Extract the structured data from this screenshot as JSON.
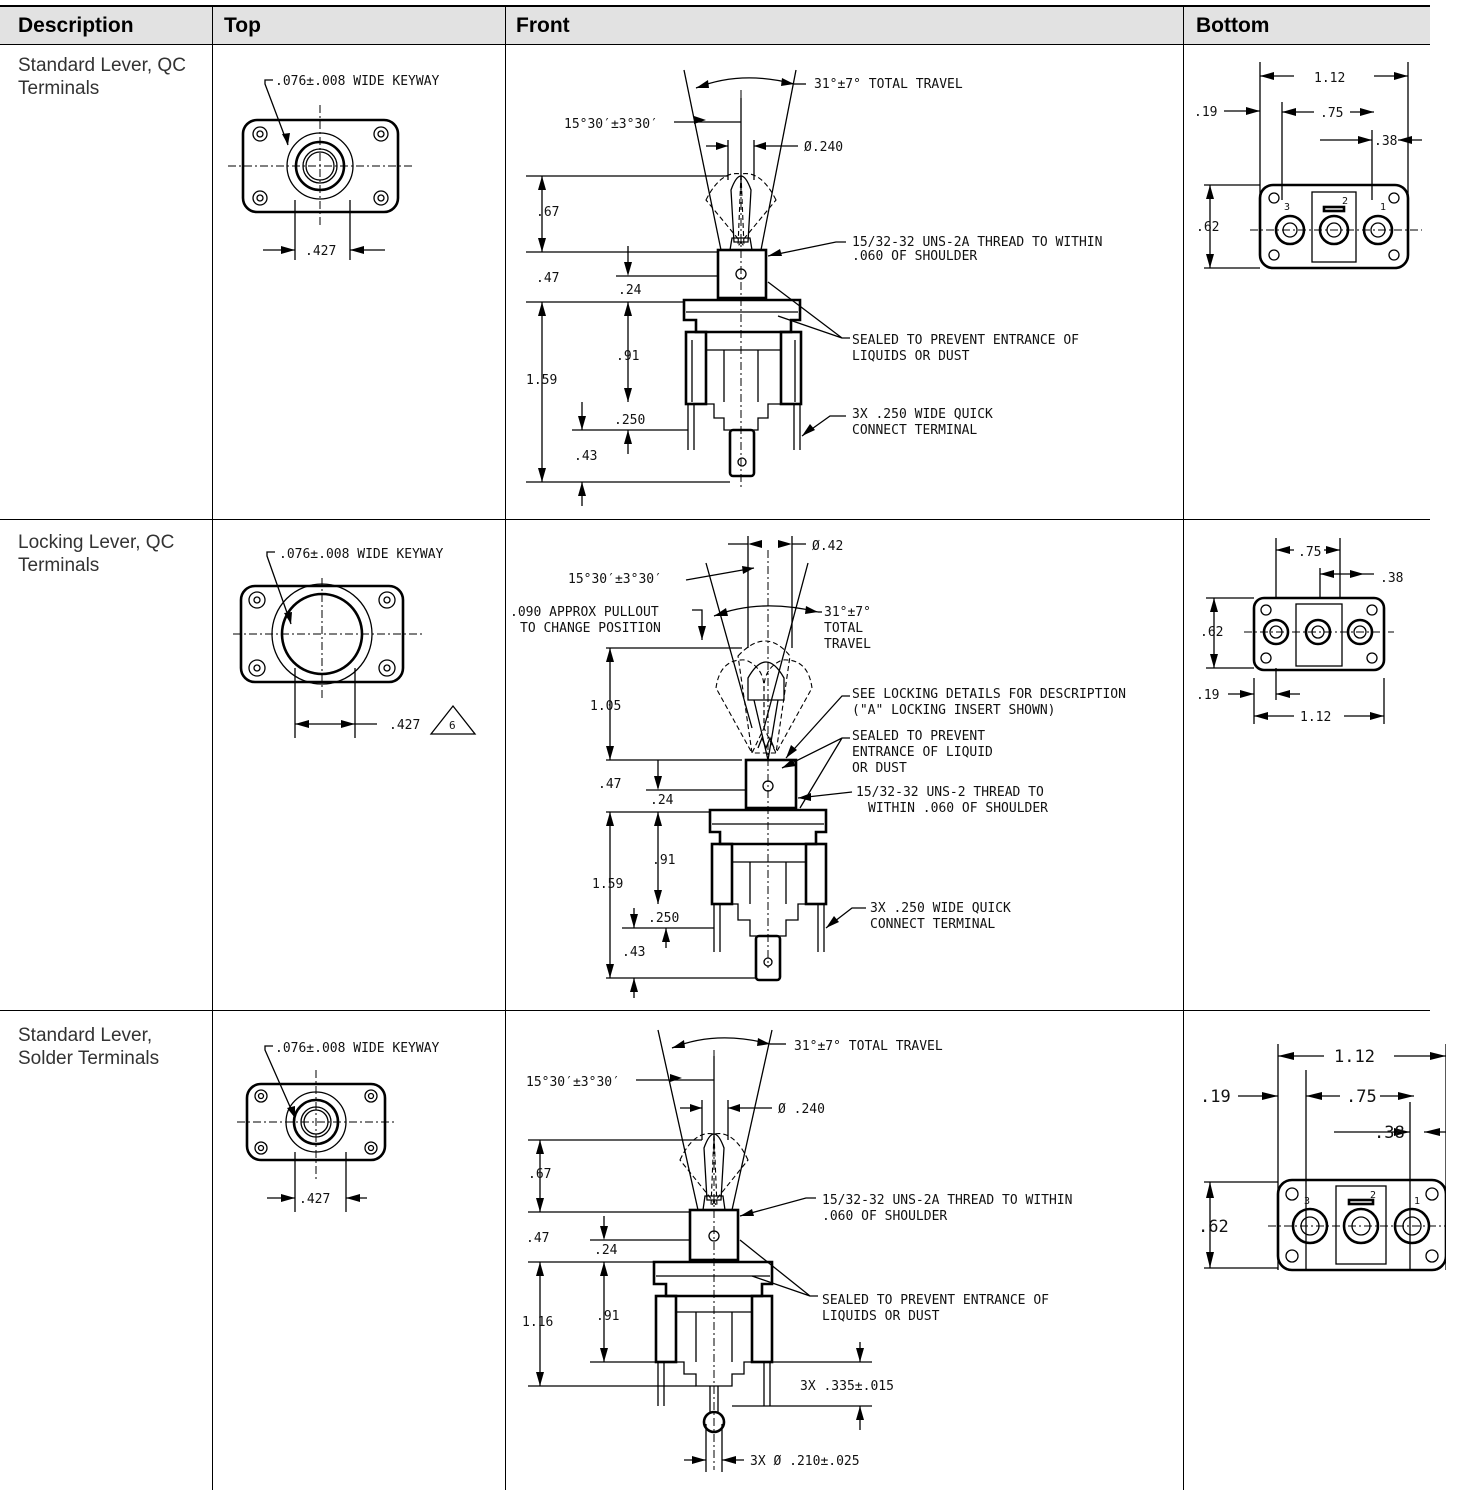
{
  "table": {
    "headers": {
      "description": "Description",
      "top": "Top",
      "front": "Front",
      "bottom": "Bottom"
    },
    "rows": [
      {
        "description": "Standard Lever, QC Terminals",
        "top": {
          "keyway": ".076±.008 WIDE KEYWAY",
          "width": ".427"
        },
        "front": {
          "travel": "31°±7° TOTAL TRAVEL",
          "angle": "15°30′±3°30′",
          "diameter": "Ø.240",
          "thread_1": "15/32-32 UNS-2A THREAD TO WITHIN",
          "thread_2": ".060 OF SHOULDER",
          "sealed_1": "SEALED TO PREVENT ENTRANCE OF",
          "sealed_2": "LIQUIDS OR DUST",
          "terminal_1": "3X .250 WIDE QUICK",
          "terminal_2": "CONNECT TERMINAL",
          "dims": {
            "d67": ".67",
            "d47": ".47",
            "d24": ".24",
            "d91": ".91",
            "d159": "1.59",
            "d250": ".250",
            "d43": ".43"
          }
        },
        "bottom": {
          "d112": "1.12",
          "d75": ".75",
          "d38": ".38",
          "d19": ".19",
          "d62": ".62",
          "pin_labels": [
            "3",
            "2",
            "1"
          ]
        }
      },
      {
        "description": "Locking Lever, QC Terminals",
        "top": {
          "keyway": ".076±.008 WIDE KEYWAY",
          "width": ".427",
          "note": "6"
        },
        "front": {
          "diameter": "Ø.42",
          "angle": "15°30′±3°30′",
          "pullout_1": ".090 APPROX PULLOUT",
          "pullout_2": "TO CHANGE POSITION",
          "travel_1": "31°±7°",
          "travel_2": "TOTAL",
          "travel_3": "TRAVEL",
          "locking_1": "SEE LOCKING DETAILS FOR DESCRIPTION",
          "locking_2": "(\"A\" LOCKING INSERT SHOWN)",
          "sealed_1": "SEALED TO PREVENT",
          "sealed_2": "ENTRANCE OF LIQUID",
          "sealed_3": "OR DUST",
          "thread_1": "15/32-32 UNS-2 THREAD TO",
          "thread_2": "WITHIN .060 OF SHOULDER",
          "terminal_1": "3X .250 WIDE QUICK",
          "terminal_2": "CONNECT TERMINAL",
          "dims": {
            "d105": "1.05",
            "d47": ".47",
            "d24": ".24",
            "d91": ".91",
            "d159": "1.59",
            "d250": ".250",
            "d43": ".43"
          }
        },
        "bottom": {
          "d75": ".75",
          "d38": ".38",
          "d62": ".62",
          "d19": ".19",
          "d112": "1.12"
        }
      },
      {
        "description": "Standard Lever, Solder Terminals",
        "top": {
          "keyway": ".076±.008 WIDE KEYWAY",
          "width": ".427"
        },
        "front": {
          "travel": "31°±7° TOTAL TRAVEL",
          "angle": "15°30′±3°30′",
          "diameter": "Ø .240",
          "thread_1": "15/32-32 UNS-2A THREAD TO WITHIN",
          "thread_2": ".060 OF SHOULDER",
          "sealed_1": "SEALED TO PREVENT ENTRANCE OF",
          "sealed_2": "LIQUIDS OR DUST",
          "solder_len": "3X .335±.015",
          "solder_dia": "3X Ø .210±.025",
          "dims": {
            "d67": ".67",
            "d47": ".47",
            "d24": ".24",
            "d91": ".91",
            "d116": "1.16"
          }
        },
        "bottom": {
          "d112": "1.12",
          "d19": ".19",
          "d75": ".75",
          "d38": ".38",
          "d62": ".62",
          "pin_labels": [
            "3",
            "2",
            "1"
          ]
        }
      }
    ]
  }
}
